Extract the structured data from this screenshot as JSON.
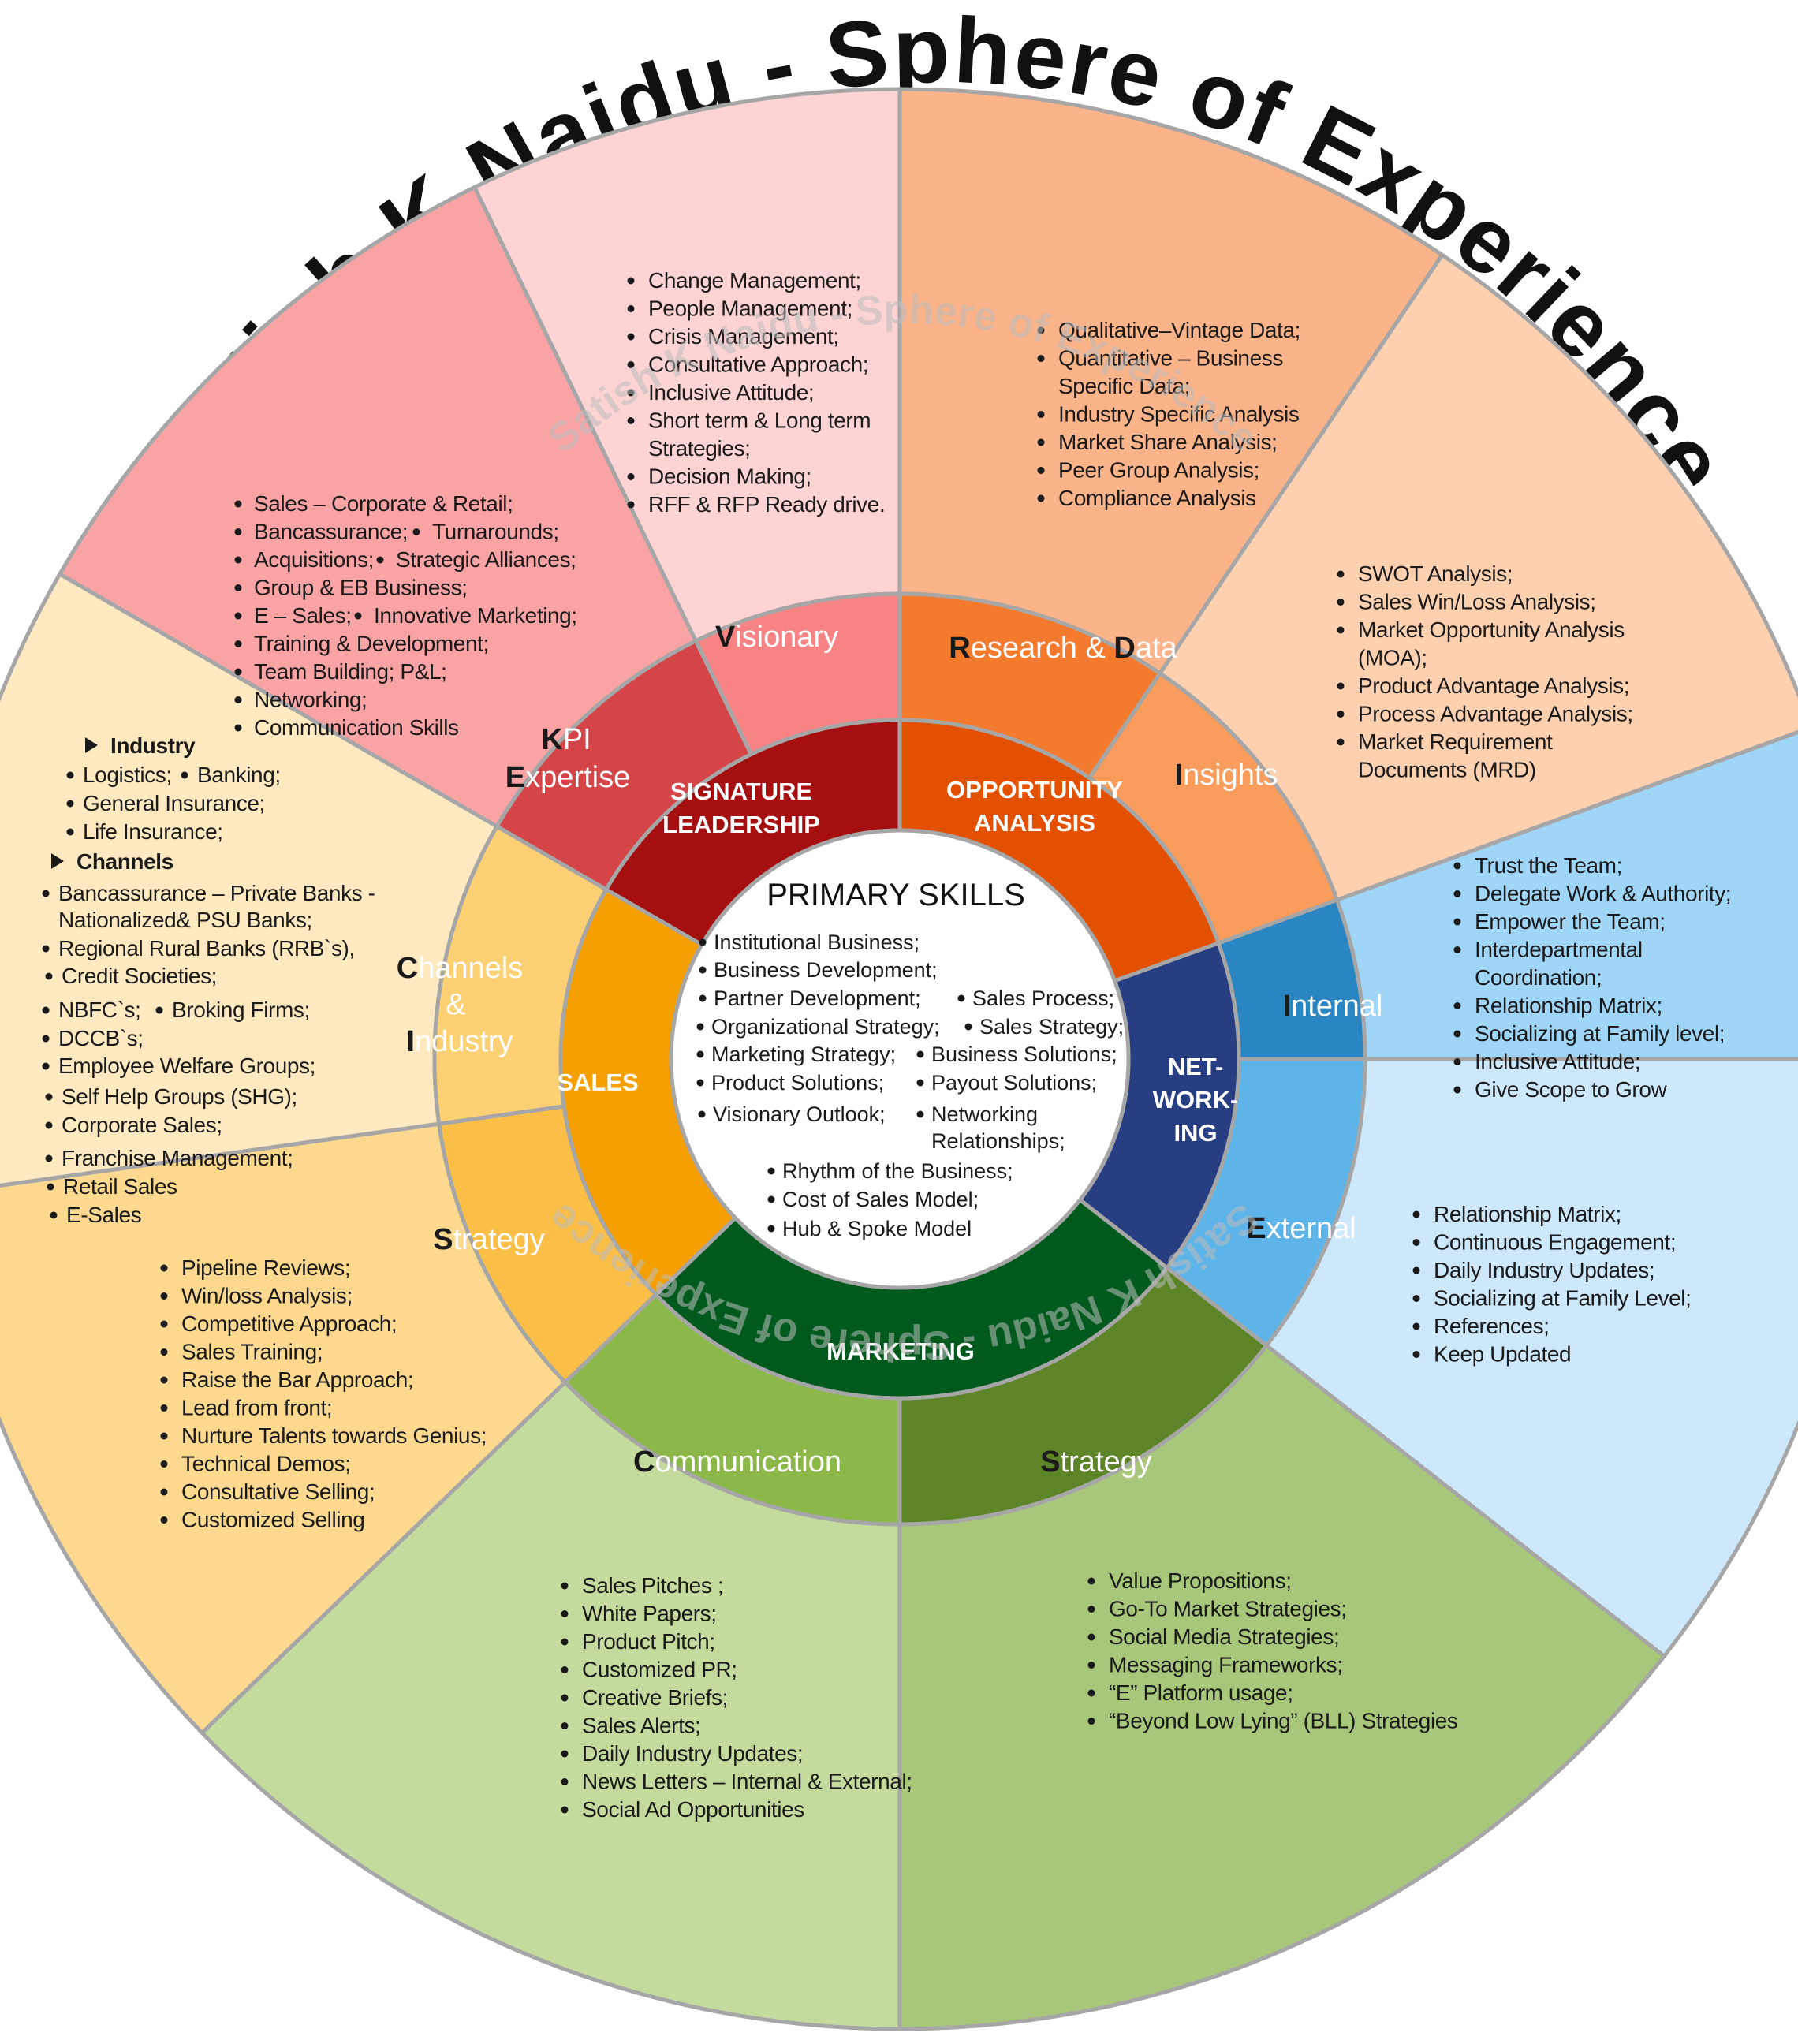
{
  "title": "Satish K Naidu -  Sphere of Experience",
  "watermark": "Satish K Naidu -  Sphere of Experience",
  "hub": {
    "title": "PRIMARY SKILLS",
    "items": [
      [
        "Institutional Business;"
      ],
      [
        "Business Development;"
      ],
      [
        "Partner Development;",
        "Sales Process;"
      ],
      [
        "Organizational Strategy;",
        "Sales Strategy;"
      ],
      [
        "Marketing Strategy;",
        "Business Solutions;"
      ],
      [
        "Product Solutions;",
        "Payout Solutions;"
      ],
      [
        "Visionary Outlook;",
        "Networking"
      ],
      [
        "",
        "Relationships;"
      ],
      [
        "Rhythm of the Business;"
      ],
      [
        "Cost of Sales Model;"
      ],
      [
        "Hub & Spoke Model"
      ]
    ]
  },
  "core": {
    "signature": [
      "SIGNATURE",
      "LEADERSHIP"
    ],
    "opportunity": [
      "OPPORTUNITY",
      "ANALYSIS"
    ],
    "networking": [
      "NET-",
      "WORK-",
      "ING"
    ],
    "marketing": [
      "MARKETING"
    ],
    "sales": [
      "SALES"
    ]
  },
  "sub": {
    "visionary": [
      "V",
      "isionary"
    ],
    "kpi1": [
      "K",
      "PI"
    ],
    "kpi2": [
      "E",
      "xpertise"
    ],
    "research": [
      "R",
      "esearch & ",
      "D",
      "ata"
    ],
    "insights": [
      "I",
      "nsights"
    ],
    "internal": [
      "I",
      "nternal"
    ],
    "external": [
      "E",
      "xternal"
    ],
    "m_strategy": [
      "S",
      "trategy"
    ],
    "communication": [
      "C",
      "ommunication"
    ],
    "s_strategy": [
      "S",
      "trategy"
    ],
    "channels1": [
      "C",
      "hannels"
    ],
    "channels2": [
      "&"
    ],
    "channels3": [
      "I",
      "ndustry"
    ]
  },
  "outer": {
    "visionary": [
      "Change Management;",
      "People Management;",
      "Crisis Management;",
      "Consultative Approach;",
      "Inclusive Attitude;",
      "Short term & Long term",
      "Strategies;",
      "Decision Making;",
      "RFF & RFP Ready drive."
    ],
    "kpi": [
      "Sales – Corporate & Retail;",
      "Bancassurance;",
      "Turnarounds;",
      "Acquisitions;",
      "Strategic Alliances;",
      "Group & EB Business;",
      "E – Sales;",
      "Innovative Marketing;",
      "Training & Development;",
      "Team Building; P&L;",
      "Networking;",
      "Communication Skills"
    ],
    "research": [
      "Qualitative–Vintage Data;",
      "Quantitative – Business",
      "Specific Data;",
      "Industry Specific Analysis",
      "Market Share Analysis;",
      "Peer Group Analysis;",
      "Compliance Analysis"
    ],
    "insights": [
      "SWOT Analysis;",
      "Sales Win/Loss Analysis;",
      "Market Opportunity Analysis",
      "(MOA);",
      "Product Advantage  Analysis;",
      "Process Advantage Analysis;",
      "Market Requirement",
      "Documents (MRD)"
    ],
    "internal": [
      "Trust the Team;",
      "Delegate Work & Authority;",
      "Empower the Team;",
      "Interdepartmental",
      "Coordination;",
      "Relationship Matrix;",
      "Socializing at Family level;",
      "Inclusive Attitude;",
      "Give Scope to Grow"
    ],
    "external": [
      "Relationship Matrix;",
      "Continuous Engagement;",
      "Daily Industry Updates;",
      "Socializing at Family Level;",
      "References;",
      "Keep Updated"
    ],
    "m_strategy": [
      "Value Propositions;",
      "Go-To Market Strategies;",
      "Social Media Strategies;",
      "Messaging Frameworks;",
      "“E” Platform usage;",
      "“Beyond Low Lying” (BLL) Strategies"
    ],
    "communication": [
      "Sales Pitches ;",
      "White Papers;",
      "Product Pitch;",
      "Customized PR;",
      "Creative Briefs;",
      "Sales Alerts;",
      "Daily Industry Updates;",
      "News Letters – Internal & External;",
      "Social Ad Opportunities"
    ],
    "s_strategy": [
      "Pipeline Reviews;",
      "Win/loss Analysis;",
      "Competitive Approach;",
      "Sales Training;",
      "Raise the Bar Approach;",
      "Lead from front;",
      "Nurture Talents towards Genius;",
      "Technical Demos;",
      "Consultative Selling;",
      "Customized Selling"
    ],
    "channels": [
      "Industry",
      "Logistics;",
      "Banking;",
      "General Insurance;",
      "Life Insurance;",
      "Channels",
      "Bancassurance – Private Banks -",
      "Nationalized& PSU Banks;",
      "Regional Rural Banks (RRB`s),",
      "Credit  Societies;",
      "NBFC`s;",
      "Broking Firms;",
      "DCCB`s;",
      "Employee Welfare Groups;",
      "Self Help Groups (SHG);",
      "Corporate Sales;",
      "Franchise Management;",
      "Retail Sales",
      "E-Sales"
    ]
  },
  "colors": {
    "kpi_outer": "#f9a3a5",
    "visionary_outer": "#fdd3d3",
    "research_outer": "#fbb389",
    "insights_outer": "#fdd0b0",
    "internal_outer": "#9fd5f7",
    "external_outer": "#cde8fb",
    "mstrat_outer": "#a9c77a",
    "comm_outer": "#c5da9d",
    "sstrat_outer": "#fcd98f",
    "channels_outer": "#fee9c1",
    "visionary_mid": "#f78384",
    "kpi_mid": "#d54547",
    "research_mid": "#f47a2d",
    "insights_mid": "#f99c5c",
    "internal_mid": "#2a86c3",
    "external_mid": "#5db4e9",
    "mstrat_mid": "#5e8428",
    "comm_mid": "#8cb84a",
    "sstrat_mid": "#fbbf47",
    "channels_mid": "#fdd074",
    "signature_core": "#a50f10",
    "opportunity_core": "#e35000",
    "networking_core": "#273f82",
    "marketing_core": "#005a1e",
    "sales_core": "#f5a000",
    "divider": "#a6a6a6"
  }
}
